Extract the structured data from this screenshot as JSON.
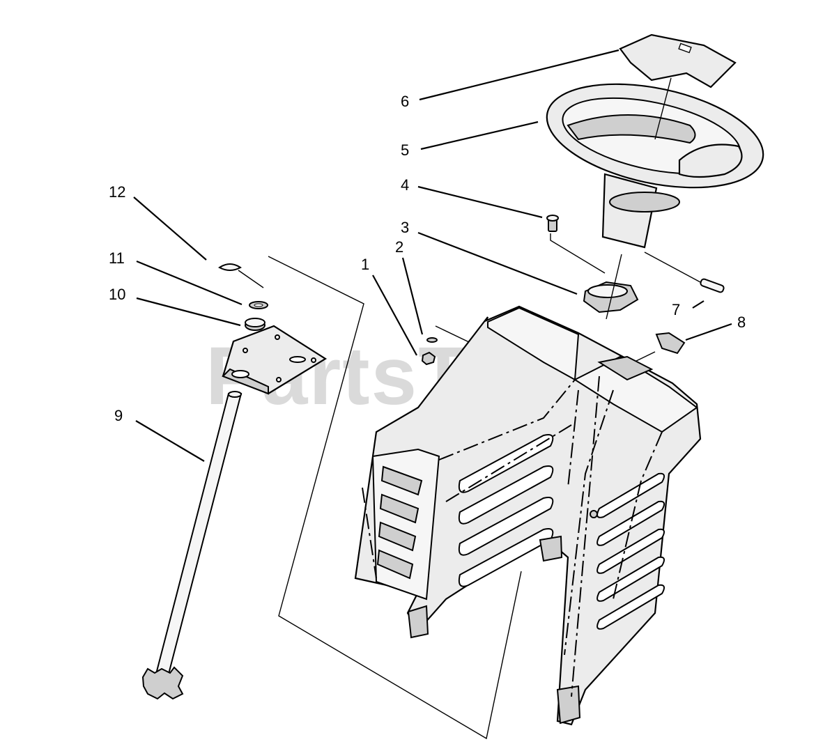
{
  "watermark": "PartsTree",
  "callouts": [
    {
      "id": "1",
      "label": "1"
    },
    {
      "id": "2",
      "label": "2"
    },
    {
      "id": "3",
      "label": "3"
    },
    {
      "id": "4",
      "label": "4"
    },
    {
      "id": "5",
      "label": "5"
    },
    {
      "id": "6",
      "label": "6"
    },
    {
      "id": "7",
      "label": "7"
    },
    {
      "id": "8",
      "label": "8"
    },
    {
      "id": "9",
      "label": "9"
    },
    {
      "id": "10",
      "label": "10"
    },
    {
      "id": "11",
      "label": "11"
    },
    {
      "id": "12",
      "label": "12"
    }
  ],
  "colors": {
    "line": "#000000",
    "fill": "#ececec",
    "watermark": "#bdbdbd"
  }
}
